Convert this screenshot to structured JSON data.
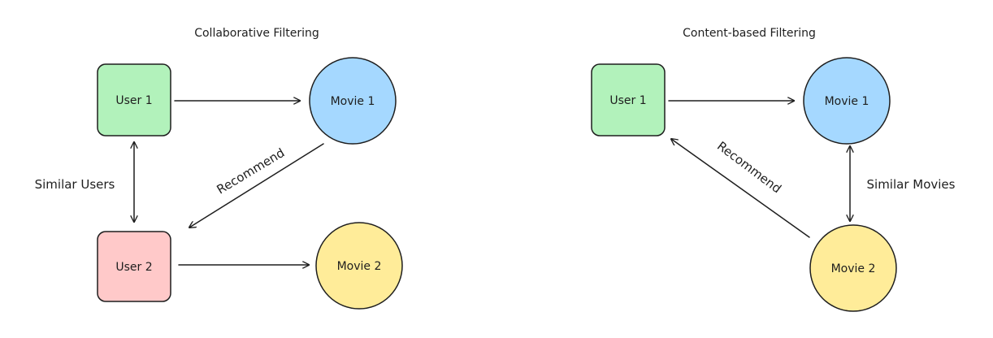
{
  "diagrams": [
    {
      "title": "Collaborative Filtering",
      "nodes": {
        "user1": {
          "label": "User 1",
          "color": "#b2f2bb"
        },
        "movie1": {
          "label": "Movie 1",
          "color": "#a5d8ff"
        },
        "user2": {
          "label": "User 2",
          "color": "#ffc9c9"
        },
        "movie2": {
          "label": "Movie 2",
          "color": "#ffec99"
        }
      },
      "edges": {
        "similar": {
          "label": "Similar Users"
        },
        "recommend": {
          "label": "Recommend"
        }
      }
    },
    {
      "title": "Content-based Filtering",
      "nodes": {
        "user1": {
          "label": "User 1",
          "color": "#b2f2bb"
        },
        "movie1": {
          "label": "Movie 1",
          "color": "#a5d8ff"
        },
        "movie2": {
          "label": "Movie 2",
          "color": "#ffec99"
        }
      },
      "edges": {
        "similar": {
          "label": "Similar Movies"
        },
        "recommend": {
          "label": "Recommend"
        }
      }
    }
  ]
}
